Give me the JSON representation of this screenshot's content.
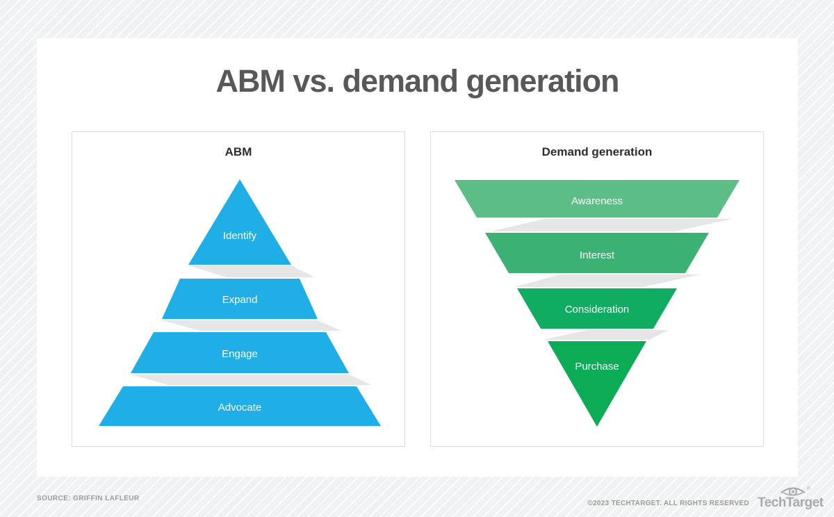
{
  "title": "ABM vs. demand generation",
  "panels": {
    "abm": {
      "heading": "ABM",
      "type": "pyramid",
      "levels": [
        {
          "label": "Identify",
          "color": "#1FAFE6"
        },
        {
          "label": "Expand",
          "color": "#1FAFE6"
        },
        {
          "label": "Engage",
          "color": "#1FAFE6"
        },
        {
          "label": "Advocate",
          "color": "#1FAFE6"
        }
      ]
    },
    "demand": {
      "heading": "Demand generation",
      "type": "inverted-funnel",
      "levels": [
        {
          "label": "Awareness",
          "color": "#5CBD86"
        },
        {
          "label": "Interest",
          "color": "#3BB273"
        },
        {
          "label": "Consideration",
          "color": "#10AC61"
        },
        {
          "label": "Purchase",
          "color": "#0CAB55"
        }
      ]
    }
  },
  "footer": {
    "source": "SOURCE: GRIFFIN LAFLEUR",
    "copyright": "©2023 TECHTARGET. ALL RIGHTS RESERVED",
    "brand": "TechTarget"
  },
  "colors": {
    "ribbon": "#E6E6E6",
    "title_text": "#57585B",
    "heading_text": "#2D2D2D",
    "label_text": "#FFFFFF",
    "footer_text": "#9B9B9B",
    "logo": "#A9AAAB"
  }
}
